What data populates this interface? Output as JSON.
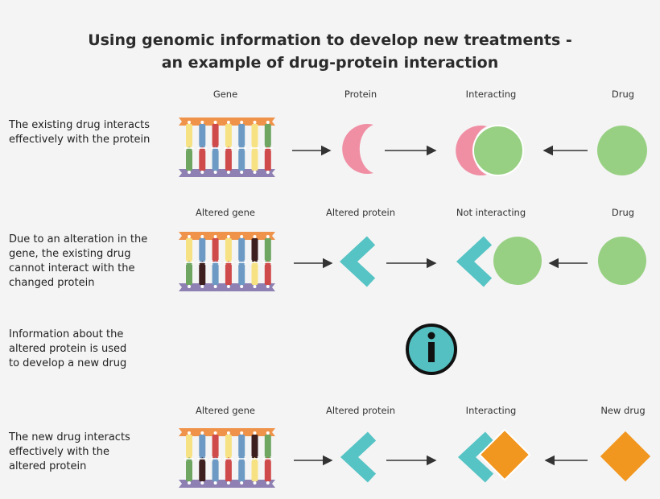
{
  "title": {
    "line1": "Using genomic information to develop new treatments -",
    "line2": "an example of drug-protein interaction"
  },
  "rows": [
    {
      "description": [
        "The existing drug interacts",
        "effectively with the protein"
      ],
      "labels": [
        "Gene",
        "Protein",
        "Interacting",
        "Drug"
      ],
      "gene": "normal",
      "protein": "crescent",
      "drug": "circle",
      "interacting": true
    },
    {
      "description": [
        "Due to an alteration in the",
        "gene, the existing drug",
        "cannot interact with the",
        "changed protein"
      ],
      "labels": [
        "Altered gene",
        "Altered protein",
        "Not interacting",
        "Drug"
      ],
      "gene": "altered",
      "protein": "chevron",
      "drug": "circle",
      "interacting": false
    },
    {
      "description": [
        "Information about the",
        "altered protein is used",
        "to develop a new drug"
      ],
      "icon": "info-icon"
    },
    {
      "description": [
        "The new drug interacts",
        "effectively with the",
        "altered protein"
      ],
      "labels": [
        "Altered gene",
        "Altered protein",
        "Interacting",
        "New drug"
      ],
      "gene": "altered",
      "protein": "chevron",
      "drug": "diamond",
      "interacting": true
    }
  ],
  "colors": {
    "protein_normal": "#f08fa4",
    "protein_altered": "#56c3c4",
    "drug_old": "#98d083",
    "drug_new": "#f1961f",
    "info_fill": "#55c0c1",
    "arrow": "#333333",
    "dna_top": "#f0934a",
    "dna_bottom": "#8e80b2",
    "bar_yellow": "#f7e283",
    "bar_blue": "#6d9ac4",
    "bar_red": "#cf4b4b",
    "bar_green": "#6ea661",
    "bar_dark": "#3d1f1f",
    "rung": "#ffffff"
  }
}
